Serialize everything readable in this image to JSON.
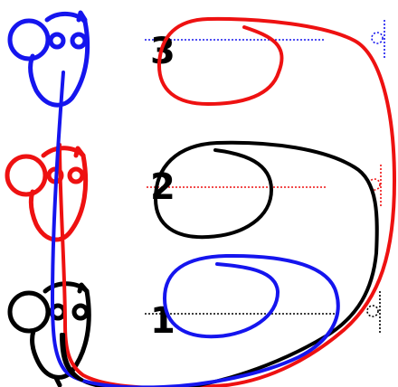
{
  "colors": {
    "row3": "#1515ee",
    "row2": "#ee1111",
    "row1": "#000000",
    "stroke_black": "#000000",
    "stroke_red": "#ee1111",
    "stroke_blue": "#1515ee"
  },
  "rows": [
    {
      "label": "3",
      "color_key": "row3"
    },
    {
      "label": "2",
      "color_key": "row2"
    },
    {
      "label": "1",
      "color_key": "row1"
    }
  ],
  "icons": {
    "figure": "owl-doodle-icon",
    "marker": "lollipop-marker-icon"
  }
}
